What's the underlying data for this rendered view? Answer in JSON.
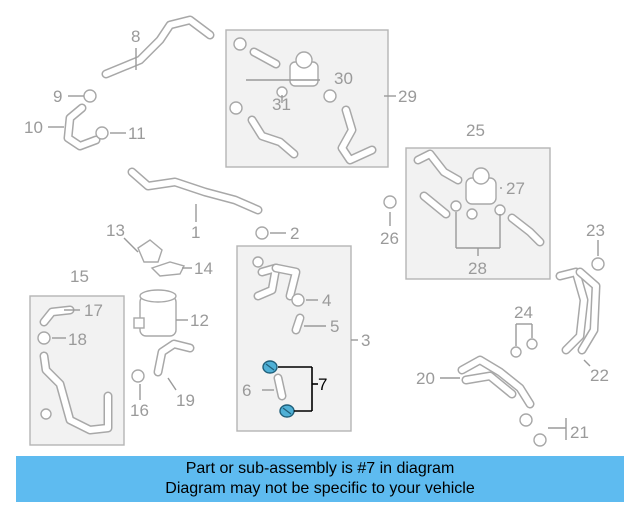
{
  "callouts": {
    "c1": "1",
    "c2": "2",
    "c3": "3",
    "c4": "4",
    "c5": "5",
    "c6": "6",
    "c7": "7",
    "c8": "8",
    "c9": "9",
    "c10": "10",
    "c11": "11",
    "c12": "12",
    "c13": "13",
    "c14": "14",
    "c15": "15",
    "c16": "16",
    "c17": "17",
    "c18": "18",
    "c19": "19",
    "c20": "20",
    "c21": "21",
    "c22": "22",
    "c23": "23",
    "c24": "24",
    "c25": "25",
    "c26": "26",
    "c27": "27",
    "c28": "28",
    "c29": "29",
    "c30": "30",
    "c31": "31"
  },
  "highlight": {
    "part_number": "7",
    "color": "#4fb0d6"
  },
  "banner": {
    "line1": "Part or sub-assembly is #7 in diagram",
    "line2": "Diagram may not be specific to your vehicle",
    "color": "#5ebbf0"
  }
}
